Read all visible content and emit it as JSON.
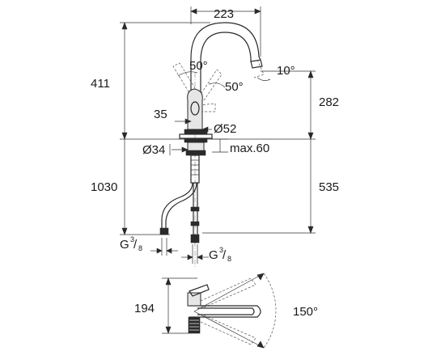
{
  "dimensions": {
    "spout_reach": "223",
    "angle_spout_tip": "10°",
    "angle_lever_a": "50°",
    "angle_lever_b": "50°",
    "total_height": "411",
    "spout_height": "282",
    "lever_offset": "35",
    "body_diameter": "Ø52",
    "hole_diameter": "Ø34",
    "max_deck_thickness": "max.60",
    "hose_length": "1030",
    "under_deck_length": "535",
    "connection_left_g": "G",
    "connection_left_sup": "3",
    "connection_left_sub": "8",
    "connection_right_g": "G",
    "connection_right_sup": "3",
    "connection_right_sub": "8",
    "top_view_depth": "194",
    "swivel_angle": "150°"
  }
}
